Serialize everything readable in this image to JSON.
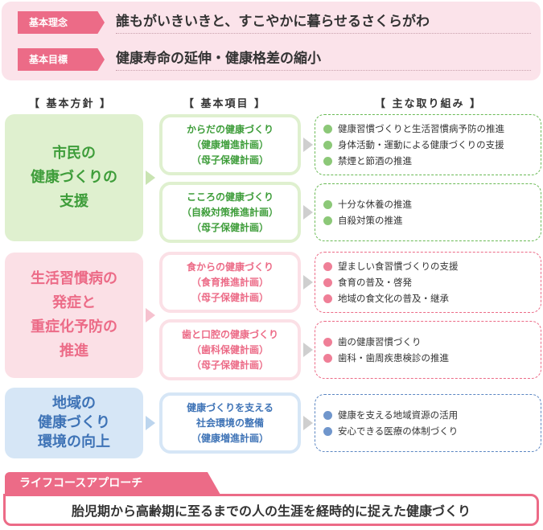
{
  "top": {
    "rows": [
      {
        "tag": "基本理念",
        "text": "誰もがいきいきと、すこやかに暮らせるさくらがわ"
      },
      {
        "tag": "基本目標",
        "text": "健康寿命の延伸・健康格差の縮小"
      }
    ]
  },
  "headers": {
    "policy": "【 基本方針 】",
    "item": "【 基本項目 】",
    "initiative": "【 主な取り組み 】"
  },
  "policies": [
    {
      "label": "市民の\n健康づくりの\n支援",
      "color": "#3e9d3a"
    },
    {
      "label": "生活習慣病の\n発症と\n重症化予防の\n推進",
      "color": "#ec6b87"
    },
    {
      "label": "地域の\n健康づくり\n環境の向上",
      "color": "#3e73b6"
    }
  ],
  "items": [
    {
      "label": "からだの健康づくり\n（健康増進計画）\n（母子保健計画）"
    },
    {
      "label": "こころの健康づくり\n（自殺対策推進計画）\n（母子保健計画）"
    },
    {
      "label": "食からの健康づくり\n（食育推進計画）\n（母子保健計画）"
    },
    {
      "label": "歯と口腔の健康づくり\n（歯科保健計画）\n（母子保健計画）"
    },
    {
      "label": "健康づくりを支える\n社会環境の整備\n（健康増進計画）"
    }
  ],
  "initiatives": [
    {
      "items": [
        "健康習慣づくりと生活習慣病予防の推進",
        "身体活動・運動による健康づくりの支援",
        "禁煙と節酒の推進"
      ]
    },
    {
      "items": [
        "十分な休養の推進",
        "自殺対策の推進"
      ]
    },
    {
      "items": [
        "望ましい食習慣づくりの支援",
        "食育の普及・啓発",
        "地域の食文化の普及・継承"
      ]
    },
    {
      "items": [
        "歯の健康習慣づくり",
        "歯科・歯周疾患検診の推進"
      ]
    },
    {
      "items": [
        "健康を支える地域資源の活用",
        "安心できる医療の体制づくり"
      ]
    }
  ],
  "lifecourse": {
    "tab": "ライフコースアプローチ",
    "text": "胎児期から高齢期に至るまでの人の生涯を経時的に捉えた健康づくり"
  },
  "colors": {
    "green": "#3e9d3a",
    "pink": "#ec6b87",
    "blue": "#3e73b6"
  }
}
